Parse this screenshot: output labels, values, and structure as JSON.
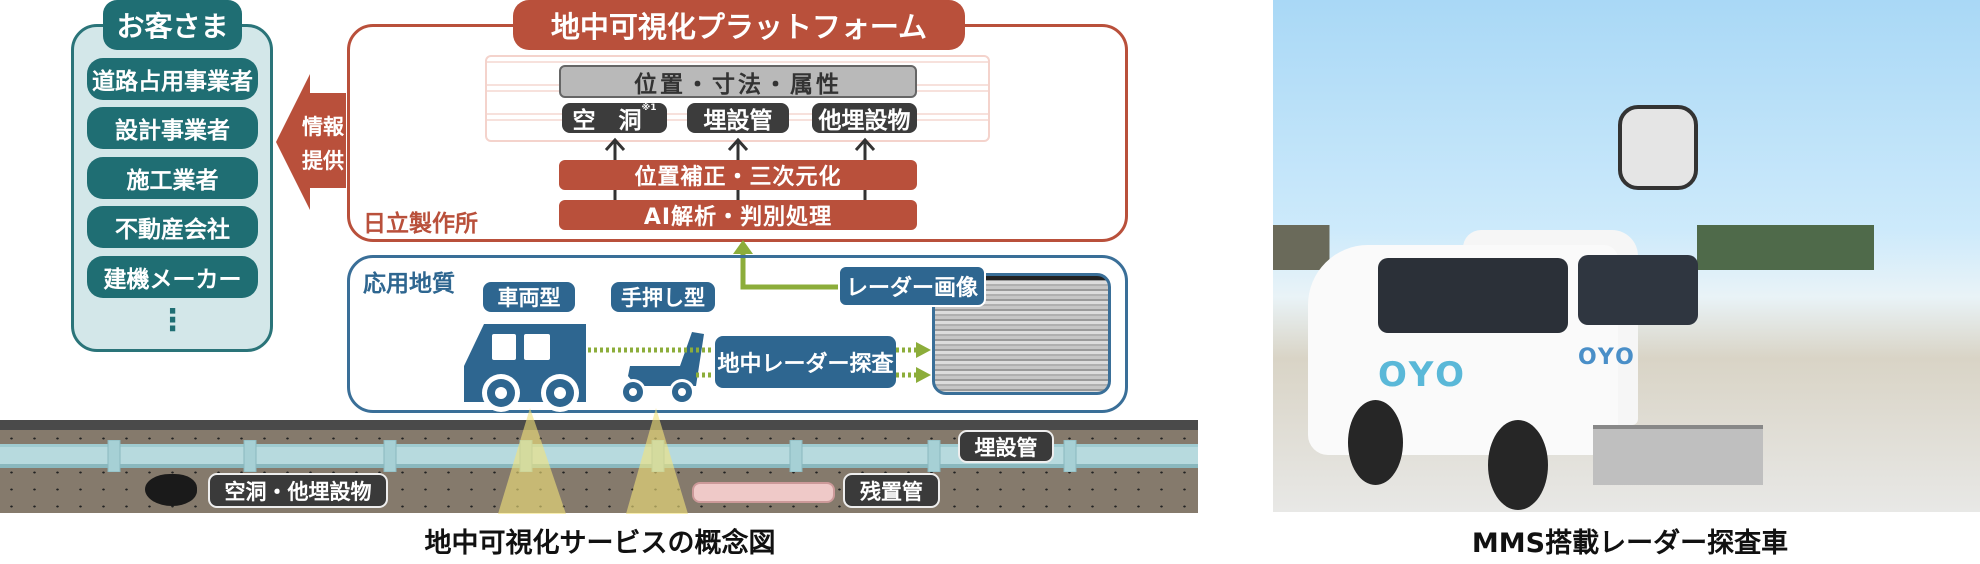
{
  "customers": {
    "title": "お客さま",
    "items": [
      "道路占用事業者",
      "設計事業者",
      "施工業者",
      "不動産会社",
      "建機メーカー"
    ],
    "more": "⋮"
  },
  "info_arrow": {
    "line1": "情報",
    "line2": "提供"
  },
  "platform": {
    "title": "地中可視化プラットフォーム",
    "owner": "日立製作所",
    "attributes": "位置・寸法・属性",
    "categories": [
      {
        "label": "空　洞",
        "note": "※1"
      },
      {
        "label": "埋設管",
        "note": ""
      },
      {
        "label": "他埋設物",
        "note": ""
      }
    ],
    "step_correction": "位置補正・三次元化",
    "step_ai": "AI解析・判別処理"
  },
  "survey": {
    "owner": "応用地質",
    "vehicle_type": "車両型",
    "push_type": "手押し型",
    "radar_survey": "地中レーダー探査",
    "radar_image": "レーダー画像"
  },
  "ground": {
    "buried_pipe": "埋設管",
    "cavity": "空洞・他埋設物",
    "residual_pipe": "残置管"
  },
  "captions": {
    "diagram": "地中可視化サービスの概念図",
    "photo": "MMS搭載レーダー探査車"
  },
  "photo": {
    "logo_text": "OYO"
  },
  "colors": {
    "teal": "#1f6e73",
    "red": "#b9503b",
    "blue": "#2e6690",
    "green": "#8cad3a",
    "ground": "#857a6c"
  }
}
